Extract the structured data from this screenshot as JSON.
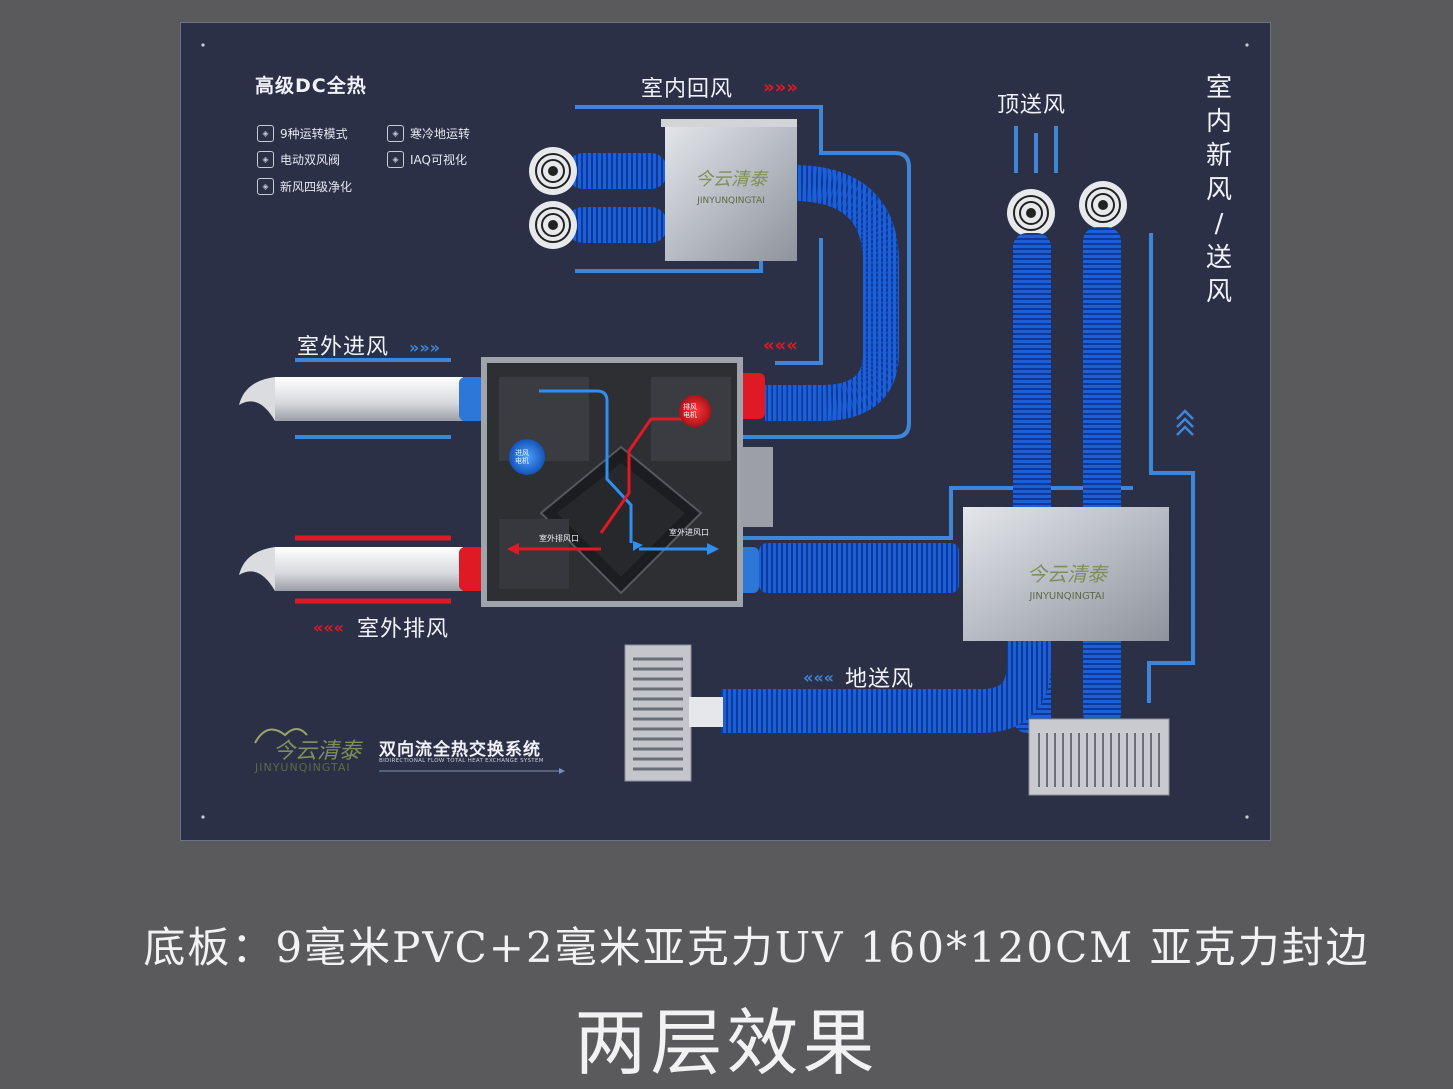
{
  "board": {
    "features_title": "高级DC全热",
    "features": [
      "9种运转模式",
      "寒冷地运转",
      "电动双风阀",
      "IAQ可视化",
      "新风四级净化"
    ],
    "labels": {
      "indoor_return": "室内回风",
      "top_supply": "顶送风",
      "indoor_fresh": [
        "室",
        "内",
        "新",
        "风",
        "/",
        "送",
        "风"
      ],
      "outdoor_intake": "室外进风",
      "outdoor_exhaust": "室外排风",
      "floor_supply": "地送风"
    },
    "unit": {
      "exhaust_motor": "排风\n电机",
      "intake_motor": "进风\n电机",
      "outdoor_exhaust_port": "室外排风口",
      "outdoor_intake_port": "室外进风口"
    },
    "brand": {
      "name": "今云清泰",
      "pinyin": "JINYUNQINGTAI",
      "system_title": "双向流全热交换系统",
      "system_subtitle": "BIDIRECTIONAL FLOW TOTAL HEAT EXCHANGE SYSTEM"
    },
    "colors": {
      "board": "#2b3047",
      "hose_blue": "#1c5fd6",
      "accent_blue": "#3f86d8",
      "accent_red": "#e01a24"
    }
  },
  "captions": {
    "spec": "底板：9毫米PVC+2毫米亚克力UV  160*120CM  亚克力封边",
    "title": "两层效果"
  }
}
